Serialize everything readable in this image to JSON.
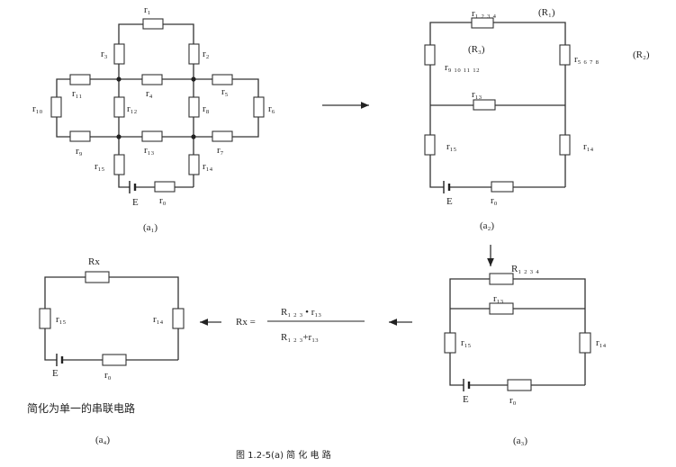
{
  "panels": {
    "a1": {
      "caption": "(a₁)",
      "labels": {
        "r1": "r₁",
        "r2": "r₂",
        "r3": "r₃",
        "r4": "r₄",
        "r5": "r₅",
        "r6": "r₆",
        "r7": "r₇",
        "r8": "r₈",
        "r9": "r₉",
        "r10": "r₁₀",
        "r11": "r₁₁",
        "r12": "r₁₂",
        "r13": "r₁₃",
        "r14": "r₁₄",
        "r15": "r₁₅",
        "r0": "r₀",
        "E": "E"
      }
    },
    "a2": {
      "caption": "(a₂)",
      "labels": {
        "top": "r₁ ₂ ₃ ₄",
        "R1": "(R₁)",
        "R3": "(R₃)",
        "left": "r₉ ₁₀ ₁₁ ₁₂",
        "right": "r₅ ₆ ₇ ₈",
        "R2": "(R₂)",
        "r13": "r₁₃",
        "r15": "r₁₅",
        "r14": "r₁₄",
        "r0": "r₀",
        "E": "E"
      }
    },
    "a3": {
      "caption": "(a₃)",
      "labels": {
        "R1234": "R₁ ₂ ₃ ₄",
        "r13": "r₁₃",
        "r15": "r₁₅",
        "r14": "r₁₄",
        "r0": "r₀",
        "E": "E"
      }
    },
    "a4": {
      "caption": "(a₄)",
      "labels": {
        "Rx": "Rx",
        "r15": "r₁₅",
        "r14": "r₁₄",
        "r0": "r₀",
        "E": "E"
      },
      "note": "简化为单一的串联电路"
    }
  },
  "formula": {
    "lhs": "Rx =",
    "numerator": "R₁ ₂ ₃ • r₁₃",
    "denominator": "R₁ ₂ ₃+r₁₃"
  },
  "figure_caption": "图 1.2-5(a) 简 化 电 路"
}
